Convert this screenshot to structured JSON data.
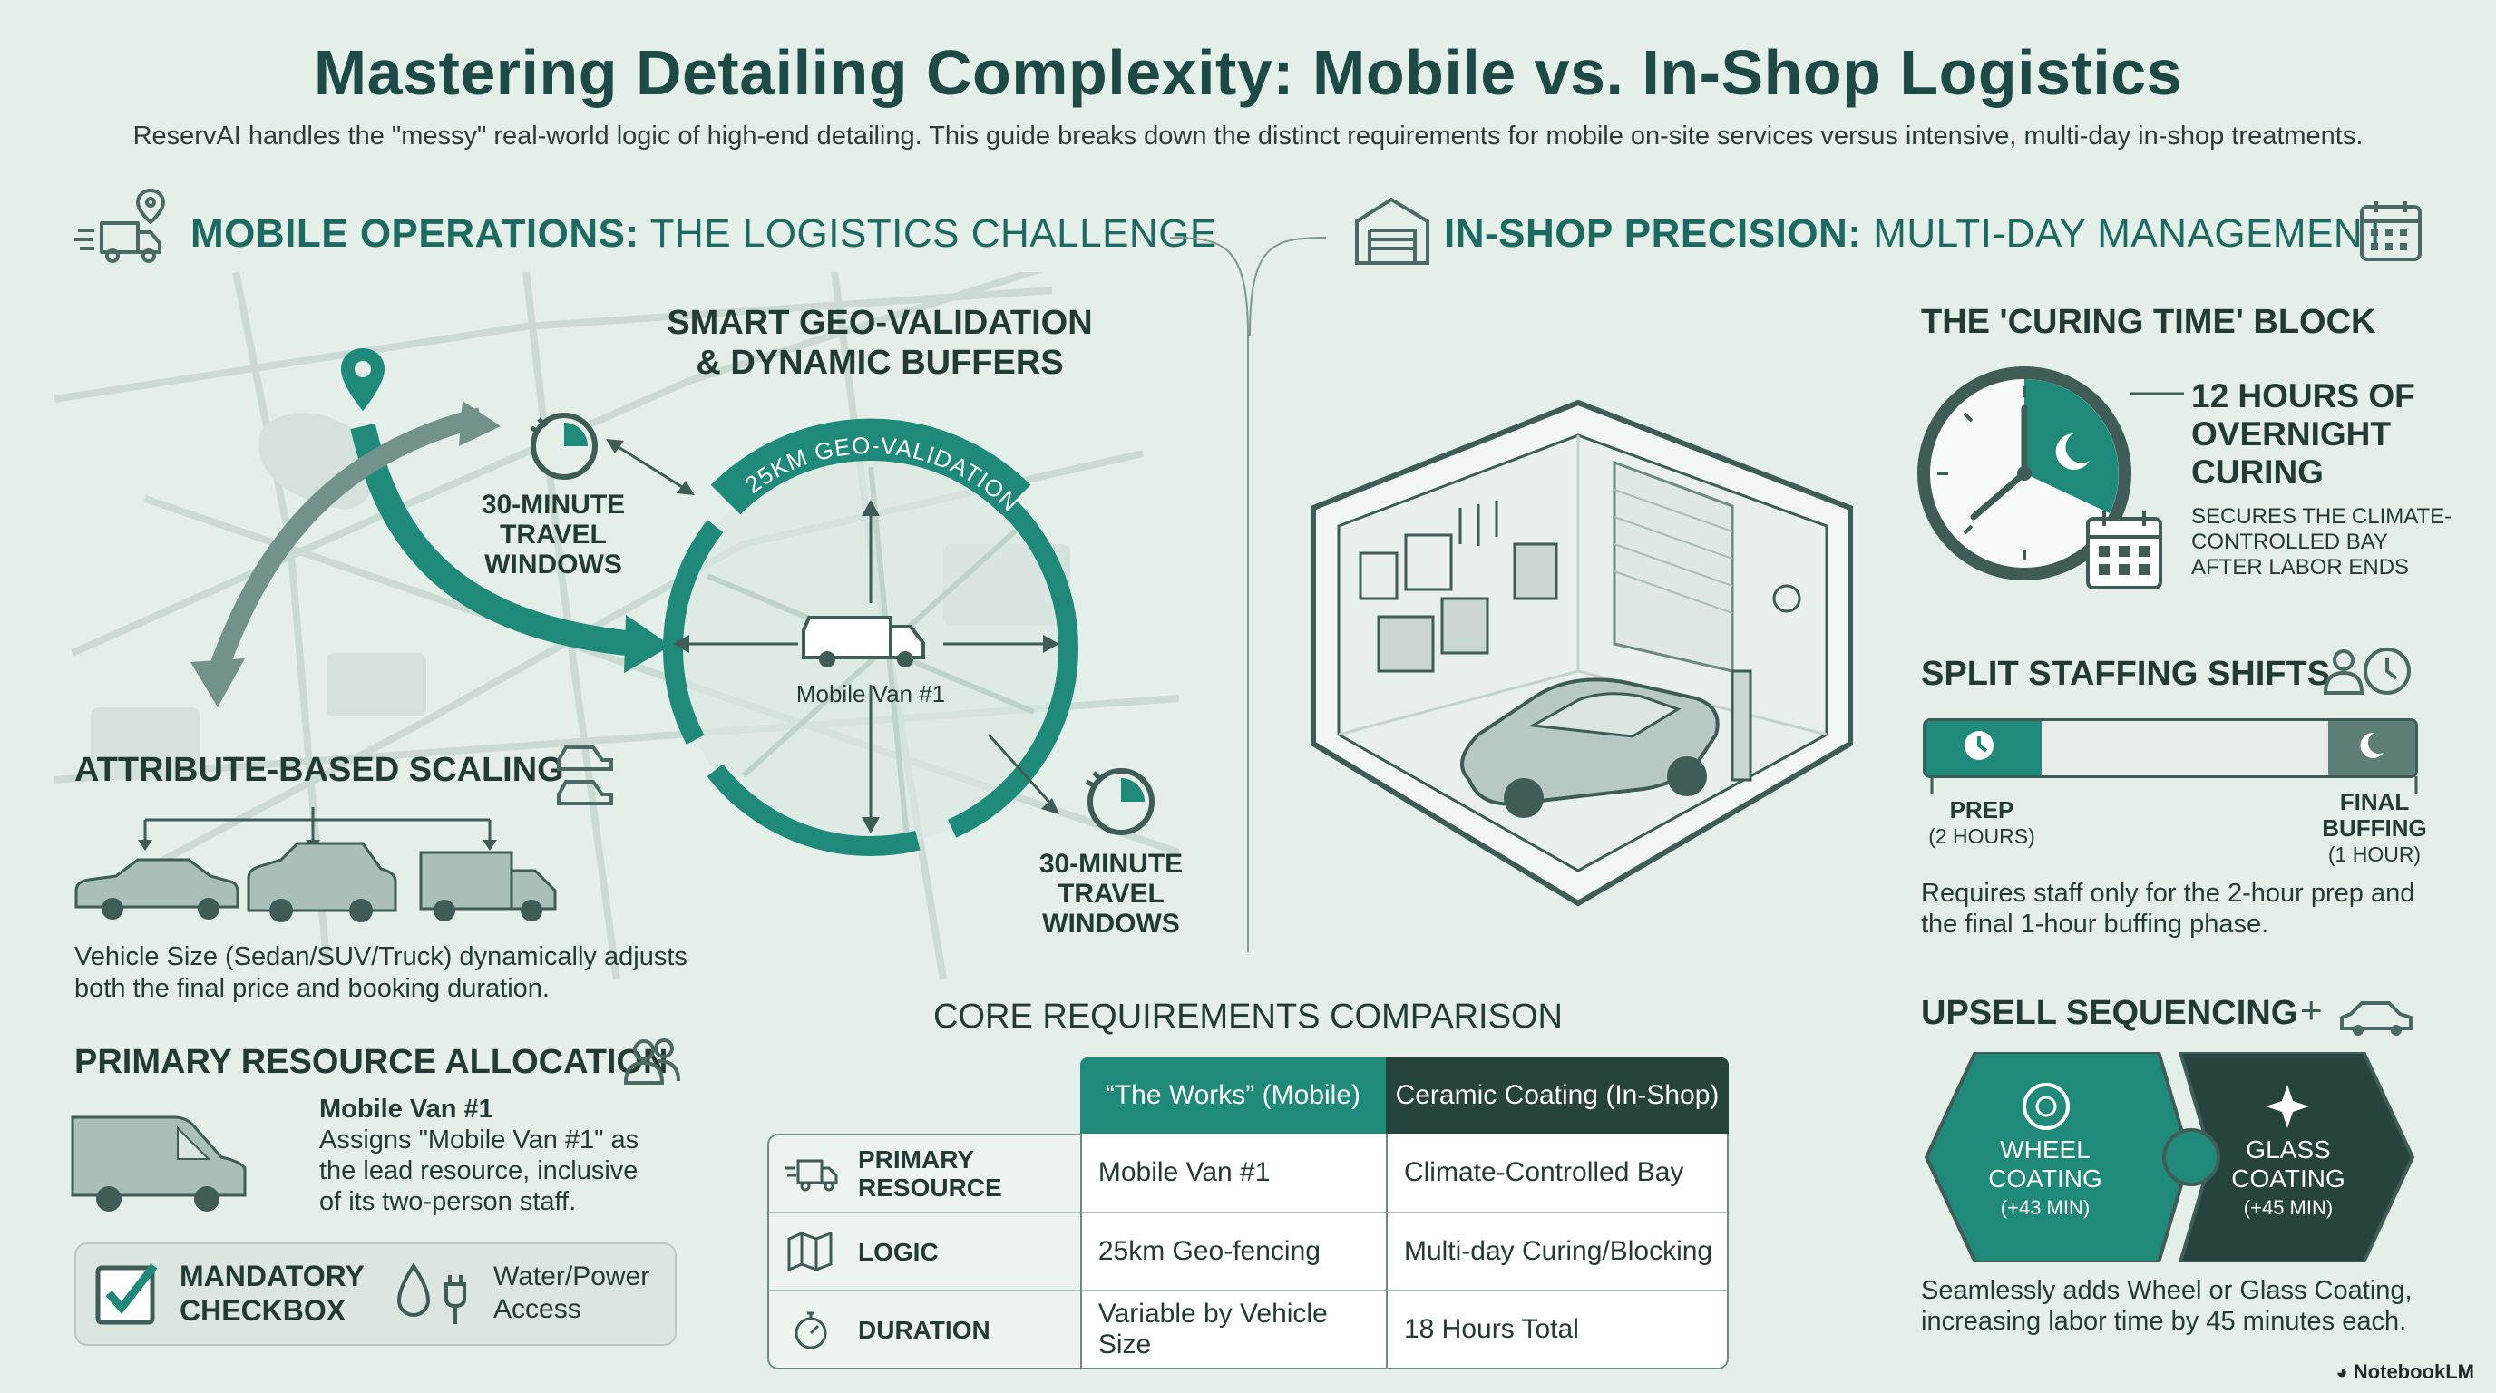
{
  "header": {
    "title": "Mastering Detailing Complexity: Mobile vs. In-Shop Logistics",
    "subtitle": "ReservAI handles the \"messy\" real-world logic of high-end detailing. This guide breaks down the distinct requirements for mobile on-site services versus intensive, multi-day in-shop treatments."
  },
  "mobile": {
    "heading_bold": "MOBILE OPERATIONS:",
    "heading_rest": "THE LOGISTICS CHALLENGE",
    "geo_title_1": "SMART GEO-VALIDATION",
    "geo_title_2": "& DYNAMIC BUFFERS",
    "geo_ring_label": "25KM GEO-VALIDATION",
    "van_label": "Mobile Van #1",
    "travel_1": [
      "30-MINUTE",
      "TRAVEL",
      "WINDOWS"
    ],
    "travel_2": [
      "30-MINUTE",
      "TRAVEL",
      "WINDOWS"
    ],
    "scaling_title": "ATTRIBUTE-BASED SCALING",
    "scaling_text_1": "Vehicle Size (Sedan/SUV/Truck) dynamically adjusts",
    "scaling_text_2": "both the final price and booking duration.",
    "resource_title": "PRIMARY RESOURCE ALLOCATION",
    "resource_name": "Mobile Van #1",
    "resource_text_1": "Assigns \"Mobile Van #1\" as",
    "resource_text_2": "the lead resource, inclusive",
    "resource_text_3": "of its two-person staff.",
    "mandatory_1": "MANDATORY",
    "mandatory_2": "CHECKBOX",
    "water_1": "Water/Power",
    "water_2": "Access"
  },
  "shop": {
    "heading_bold": "IN-SHOP PRECISION:",
    "heading_rest": "MULTI-DAY MANAGEMENT",
    "curing_title": "THE 'CURING TIME' BLOCK",
    "curing_big": [
      "12 HOURS OF",
      "OVERNIGHT",
      "CURING"
    ],
    "curing_small": [
      "SECURES THE CLIMATE-",
      "CONTROLLED BAY",
      "AFTER LABOR ENDS"
    ],
    "split_title": "SPLIT STAFFING SHIFTS",
    "prep_label": "PREP",
    "prep_hours": "(2 HOURS)",
    "final_label_1": "FINAL",
    "final_label_2": "BUFFING",
    "final_hours": "(1 HOUR)",
    "split_text_1": "Requires staff only for the 2-hour prep and",
    "split_text_2": "the final 1-hour buffing phase.",
    "upsell_title": "UPSELL SEQUENCING",
    "upsell_symbol": "+",
    "wheel": [
      "WHEEL",
      "COATING",
      "(+43 MIN)"
    ],
    "glass": [
      "GLASS",
      "COATING",
      "(+45 MIN)"
    ],
    "upsell_text_1": "Seamlessly adds Wheel or Glass Coating,",
    "upsell_text_2": "increasing labor time by 45 minutes each."
  },
  "comparison": {
    "title": "CORE REQUIREMENTS COMPARISON",
    "col_mobile": "“The Works” (Mobile)",
    "col_shop": "Ceramic Coating (In-Shop)",
    "rows": [
      {
        "label_1": "PRIMARY",
        "label_2": "RESOURCE",
        "mobile": "Mobile Van #1",
        "shop": "Climate-Controlled Bay"
      },
      {
        "label_1": "LOGIC",
        "label_2": "",
        "mobile": "25km Geo-fencing",
        "shop": "Multi-day Curing/Blocking"
      },
      {
        "label_1": "DURATION",
        "label_2": "",
        "mobile": "Variable by Vehicle Size",
        "shop": "18 Hours Total"
      }
    ]
  },
  "footer": {
    "brand": "NotebookLM"
  },
  "colors": {
    "teal": "#1f8a79",
    "dark": "#27433e",
    "background": "#e4efe9"
  }
}
